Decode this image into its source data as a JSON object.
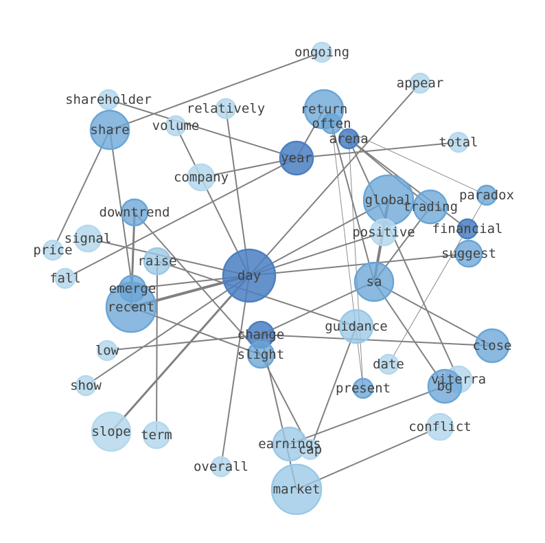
{
  "palette": {
    "dark": "#4a7fc1",
    "mid": "#6aa5d6",
    "light": "#9ac8e6",
    "pale": "#b5d8ec",
    "edge": "#808080",
    "text": "#404040"
  },
  "nodes": [
    {
      "id": "ongoing",
      "label": "ongoing",
      "shade": "pale",
      "size": "xs"
    },
    {
      "id": "appear",
      "label": "appear",
      "shade": "pale",
      "size": "xs"
    },
    {
      "id": "shareholder",
      "label": "shareholder",
      "shade": "pale",
      "size": "xs"
    },
    {
      "id": "relatively",
      "label": "relatively",
      "shade": "pale",
      "size": "xs"
    },
    {
      "id": "return",
      "label": "return",
      "shade": "mid",
      "size": "lg"
    },
    {
      "id": "often",
      "label": "often",
      "shade": "mid",
      "size": "xs"
    },
    {
      "id": "share",
      "label": "share",
      "shade": "mid",
      "size": "lg"
    },
    {
      "id": "volume",
      "label": "volume",
      "shade": "pale",
      "size": "xs"
    },
    {
      "id": "arena",
      "label": "arena",
      "shade": "dark",
      "size": "xs"
    },
    {
      "id": "total",
      "label": "total",
      "shade": "pale",
      "size": "xs"
    },
    {
      "id": "year",
      "label": "year",
      "shade": "dark",
      "size": "md"
    },
    {
      "id": "company",
      "label": "company",
      "shade": "pale",
      "size": "sm"
    },
    {
      "id": "paradox",
      "label": "paradox",
      "shade": "mid",
      "size": "xs"
    },
    {
      "id": "global",
      "label": "global",
      "shade": "mid",
      "size": "xl"
    },
    {
      "id": "trading",
      "label": "trading",
      "shade": "mid",
      "size": "md"
    },
    {
      "id": "downtrend",
      "label": "downtrend",
      "shade": "mid",
      "size": "sm"
    },
    {
      "id": "financial",
      "label": "financial",
      "shade": "dark",
      "size": "xs"
    },
    {
      "id": "positive",
      "label": "positive",
      "shade": "pale",
      "size": "sm"
    },
    {
      "id": "signal",
      "label": "signal",
      "shade": "pale",
      "size": "sm"
    },
    {
      "id": "price",
      "label": "price",
      "shade": "pale",
      "size": "xs"
    },
    {
      "id": "suggest",
      "label": "suggest",
      "shade": "mid",
      "size": "sm"
    },
    {
      "id": "raise",
      "label": "raise",
      "shade": "light",
      "size": "sm"
    },
    {
      "id": "day",
      "label": "day",
      "shade": "dark",
      "size": "xxl"
    },
    {
      "id": "fall",
      "label": "fall",
      "shade": "pale",
      "size": "xs"
    },
    {
      "id": "sa",
      "label": "sa",
      "shade": "mid",
      "size": "lg"
    },
    {
      "id": "emerge",
      "label": "emerge",
      "shade": "mid",
      "size": "sm"
    },
    {
      "id": "recent",
      "label": "recent",
      "shade": "mid",
      "size": "xl"
    },
    {
      "id": "guidance",
      "label": "guidance",
      "shade": "light",
      "size": "md"
    },
    {
      "id": "change",
      "label": "change",
      "shade": "dark",
      "size": "sm"
    },
    {
      "id": "close",
      "label": "close",
      "shade": "mid",
      "size": "md"
    },
    {
      "id": "low",
      "label": "low",
      "shade": "pale",
      "size": "xs"
    },
    {
      "id": "slight",
      "label": "slight",
      "shade": "mid",
      "size": "sm"
    },
    {
      "id": "date",
      "label": "date",
      "shade": "pale",
      "size": "xs"
    },
    {
      "id": "viterra",
      "label": "viterra",
      "shade": "pale",
      "size": "sm"
    },
    {
      "id": "show",
      "label": "show",
      "shade": "pale",
      "size": "xs"
    },
    {
      "id": "bg",
      "label": "bg",
      "shade": "mid",
      "size": "md"
    },
    {
      "id": "present",
      "label": "present",
      "shade": "mid",
      "size": "xs"
    },
    {
      "id": "slope",
      "label": "slope",
      "shade": "pale",
      "size": "lg"
    },
    {
      "id": "term",
      "label": "term",
      "shade": "pale",
      "size": "sm"
    },
    {
      "id": "conflict",
      "label": "conflict",
      "shade": "pale",
      "size": "sm"
    },
    {
      "id": "earnings",
      "label": "earnings",
      "shade": "light",
      "size": "md"
    },
    {
      "id": "cap",
      "label": "cap",
      "shade": "pale",
      "size": "xs"
    },
    {
      "id": "overall",
      "label": "overall",
      "shade": "pale",
      "size": "xs"
    },
    {
      "id": "market",
      "label": "market",
      "shade": "light",
      "size": "xl"
    }
  ],
  "edges": [
    {
      "from": "day",
      "to": "recent",
      "weight": 4
    },
    {
      "from": "day",
      "to": "slope",
      "weight": 3
    },
    {
      "from": "day",
      "to": "global",
      "weight": 2
    },
    {
      "from": "day",
      "to": "positive",
      "weight": 2
    },
    {
      "from": "day",
      "to": "suggest",
      "weight": 2
    },
    {
      "from": "day",
      "to": "appear",
      "weight": 2
    },
    {
      "from": "day",
      "to": "relatively",
      "weight": 2
    },
    {
      "from": "day",
      "to": "volume",
      "weight": 2
    },
    {
      "from": "day",
      "to": "signal",
      "weight": 2
    },
    {
      "from": "day",
      "to": "emerge",
      "weight": 2
    },
    {
      "from": "day",
      "to": "show",
      "weight": 2
    },
    {
      "from": "day",
      "to": "overall",
      "weight": 2
    },
    {
      "from": "sa",
      "to": "global",
      "weight": 4
    },
    {
      "from": "sa",
      "to": "trading",
      "weight": 2
    },
    {
      "from": "sa",
      "to": "close",
      "weight": 2
    },
    {
      "from": "sa",
      "to": "bg",
      "weight": 2
    },
    {
      "from": "sa",
      "to": "change",
      "weight": 2
    },
    {
      "from": "sa",
      "to": "often",
      "weight": 2
    },
    {
      "from": "year",
      "to": "return",
      "weight": 2
    },
    {
      "from": "year",
      "to": "total",
      "weight": 2
    },
    {
      "from": "year",
      "to": "company",
      "weight": 2
    },
    {
      "from": "year",
      "to": "shareholder",
      "weight": 2
    },
    {
      "from": "year",
      "to": "fall",
      "weight": 2
    },
    {
      "from": "share",
      "to": "ongoing",
      "weight": 2
    },
    {
      "from": "share",
      "to": "price",
      "weight": 2
    },
    {
      "from": "share",
      "to": "emerge",
      "weight": 2
    },
    {
      "from": "downtrend",
      "to": "recent",
      "weight": 3
    },
    {
      "from": "downtrend",
      "to": "slight",
      "weight": 2
    },
    {
      "from": "raise",
      "to": "guidance",
      "weight": 2
    },
    {
      "from": "raise",
      "to": "term",
      "weight": 2
    },
    {
      "from": "recent",
      "to": "slight",
      "weight": 2
    },
    {
      "from": "guidance",
      "to": "cap",
      "weight": 2
    },
    {
      "from": "change",
      "to": "low",
      "weight": 2
    },
    {
      "from": "change",
      "to": "close",
      "weight": 2
    },
    {
      "from": "change",
      "to": "market",
      "weight": 2
    },
    {
      "from": "slight",
      "to": "cap",
      "weight": 2
    },
    {
      "from": "bg",
      "to": "earnings",
      "weight": 2
    },
    {
      "from": "conflict",
      "to": "market",
      "weight": 2
    },
    {
      "from": "arena",
      "to": "trading",
      "weight": 2
    },
    {
      "from": "arena",
      "to": "financial",
      "weight": 2
    },
    {
      "from": "arena",
      "to": "viterra",
      "weight": 2
    },
    {
      "from": "arena",
      "to": "present",
      "weight": 1
    },
    {
      "from": "often",
      "to": "present",
      "weight": 1
    },
    {
      "from": "often",
      "to": "paradox",
      "weight": 1
    },
    {
      "from": "paradox",
      "to": "date",
      "weight": 1
    }
  ]
}
